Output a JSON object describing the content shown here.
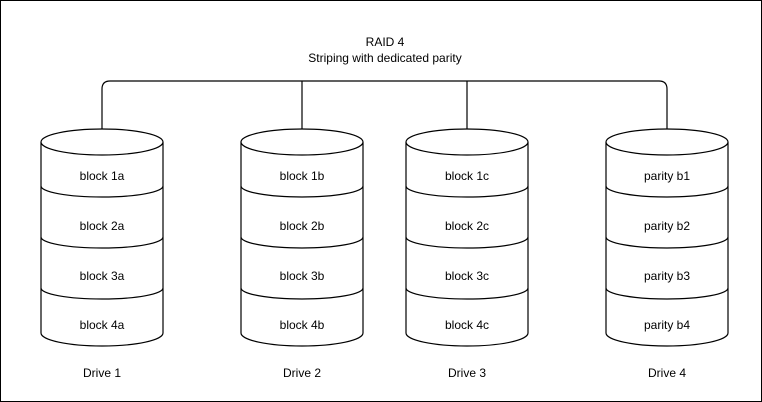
{
  "title": "RAID 4",
  "subtitle": "Striping with dedicated parity",
  "drives": [
    {
      "label": "Drive 1",
      "blocks": [
        "block 1a",
        "block 2a",
        "block 3a",
        "block 4a"
      ]
    },
    {
      "label": "Drive 2",
      "blocks": [
        "block 1b",
        "block 2b",
        "block 3b",
        "block 4b"
      ]
    },
    {
      "label": "Drive 3",
      "blocks": [
        "block 1c",
        "block 2c",
        "block 3c",
        "block 4c"
      ]
    },
    {
      "label": "Drive 4",
      "blocks": [
        "parity b1",
        "parity b2",
        "parity b3",
        "parity b4"
      ]
    }
  ],
  "colors": {
    "stroke": "#000000",
    "fill": "#ffffff",
    "background": "#ffffff",
    "text": "#000000"
  }
}
